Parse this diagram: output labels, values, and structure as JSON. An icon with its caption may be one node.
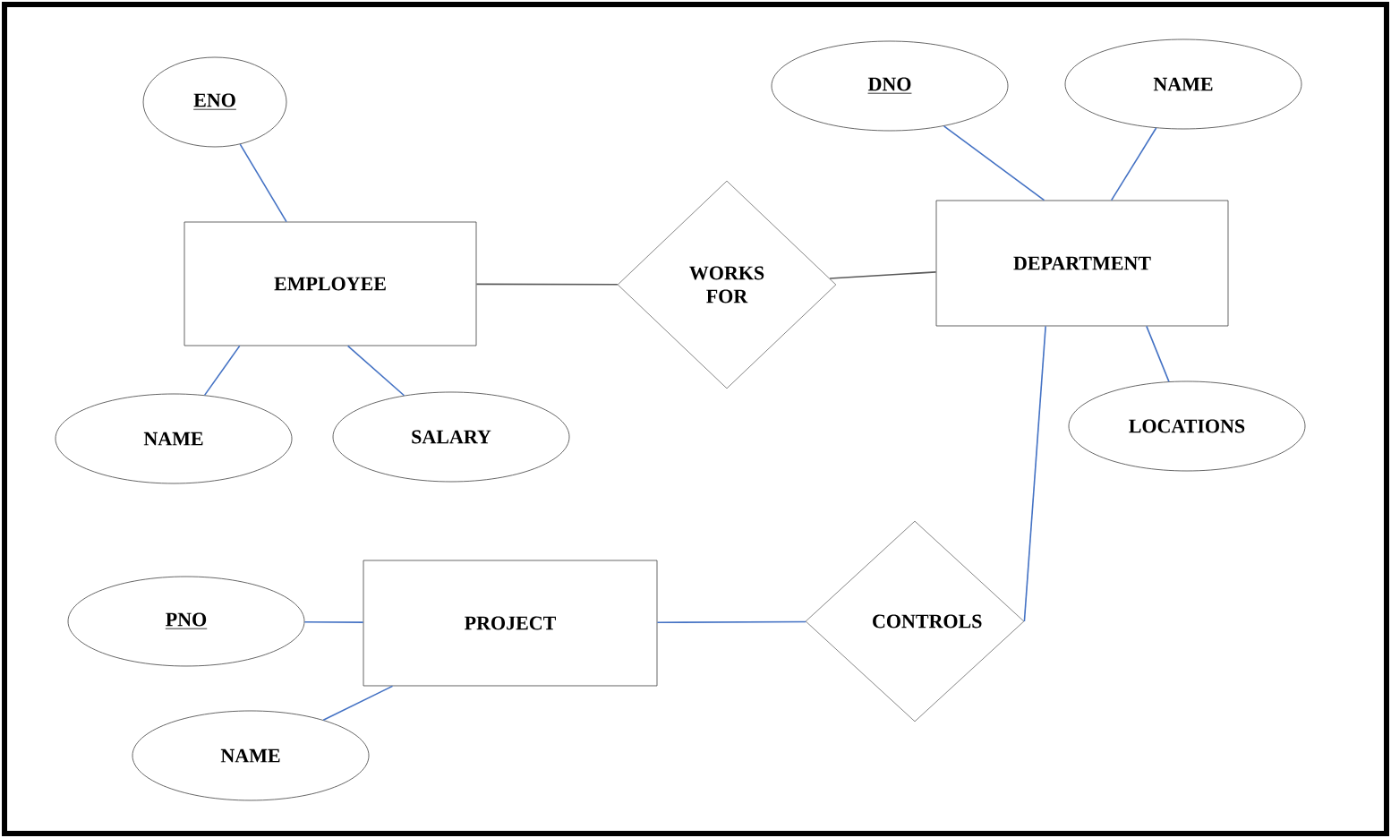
{
  "diagram": {
    "nodes": [
      {
        "text": [
          "ENO"
        ]
      },
      {
        "text": [
          "DNO"
        ]
      },
      {
        "text": [
          "NAME"
        ]
      },
      {
        "text": [
          "EMPLOYEE"
        ]
      },
      {
        "text": [
          "WORKS FOR"
        ]
      },
      {
        "text": [
          "DEPARTMENT"
        ]
      },
      {
        "text": [
          "NAME"
        ]
      },
      {
        "text": [
          "SALARY"
        ]
      },
      {
        "text": [
          "LOCATIONS"
        ]
      },
      {
        "text": [
          "PNO"
        ]
      },
      {
        "text": [
          "PROJECT"
        ]
      },
      {
        "text": [
          "CONTROLS"
        ]
      },
      {
        "text": [
          "NAME"
        ]
      }
    ],
    "edges": [
      {
        "from": 0,
        "to": 3,
        "arrow": "none"
      },
      {
        "from": 3,
        "to": 4,
        "arrow": "none",
        "color": "#595959"
      },
      {
        "from": 4,
        "to": 5,
        "arrow": "none",
        "color": "#595959"
      },
      {
        "from": 1,
        "to": 5,
        "arrow": "none"
      },
      {
        "from": 2,
        "to": 5,
        "arrow": "none"
      },
      {
        "from": 3,
        "to": 6,
        "arrow": "none"
      },
      {
        "from": 3,
        "to": 7,
        "arrow": "none"
      },
      {
        "from": 5,
        "to": 8,
        "arrow": "none"
      },
      {
        "from": 9,
        "to": 10,
        "arrow": "none"
      },
      {
        "from": 10,
        "to": 11,
        "arrow": "none"
      },
      {
        "from": 12,
        "to": 10,
        "arrow": "none"
      },
      {
        "from": 11,
        "to": 5,
        "arrow": "none"
      }
    ]
  }
}
